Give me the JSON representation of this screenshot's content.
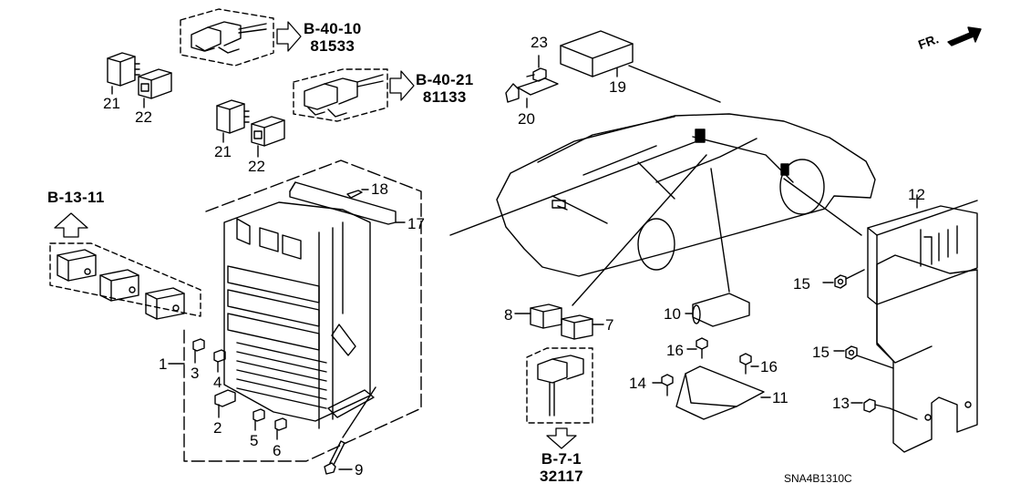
{
  "diagram": {
    "title_code": "SNA4B1310C",
    "orientation_label": "FR.",
    "line_color": "#000000",
    "background": "#ffffff"
  },
  "references": {
    "b_40_10": {
      "code": "B-40-10",
      "part": "81533"
    },
    "b_40_21": {
      "code": "B-40-21",
      "part": "81133"
    },
    "b_13_11": {
      "code": "B-13-11"
    },
    "b_7_1": {
      "code": "B-7-1",
      "part": "32117"
    }
  },
  "callouts": {
    "c1": "1",
    "c2": "2",
    "c3": "3",
    "c4": "4",
    "c5": "5",
    "c6": "6",
    "c7": "7",
    "c8": "8",
    "c9": "9",
    "c10": "10",
    "c11": "11",
    "c12": "12",
    "c13": "13",
    "c14": "14",
    "c15a": "15",
    "c15b": "15",
    "c16a": "16",
    "c16b": "16",
    "c17": "17",
    "c18": "18",
    "c19": "19",
    "c20": "20",
    "c21a": "21",
    "c21b": "21",
    "c22a": "22",
    "c22b": "22",
    "c23": "23"
  }
}
